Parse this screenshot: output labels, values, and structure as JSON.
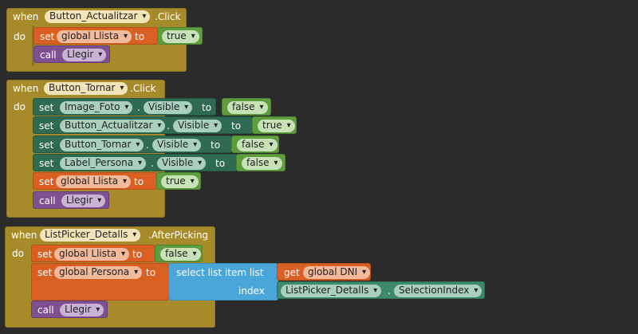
{
  "labels": {
    "when": "when",
    "do": "do",
    "set": "set",
    "to": "to",
    "call": "call",
    "dot": ".",
    "get": "get",
    "index": "index",
    "select_list_item": "select list item  list"
  },
  "block1": {
    "component": "Button_Actualitzar",
    "event": ".Click",
    "set_var": "global Llista",
    "set_val": "true",
    "call_proc": "Llegir"
  },
  "block2": {
    "component": "Button_Tornar",
    "event": ".Click",
    "rows": [
      {
        "comp": "Image_Foto",
        "prop": "Visible",
        "val": "false"
      },
      {
        "comp": "Button_Actualitzar",
        "prop": "Visible",
        "val": "true"
      },
      {
        "comp": "Button_Tornar",
        "prop": "Visible",
        "val": "false"
      },
      {
        "comp": "Label_Persona",
        "prop": "Visible",
        "val": "false"
      }
    ],
    "set_var": "global Llista",
    "set_val": "true",
    "call_proc": "Llegir"
  },
  "block3": {
    "component": "ListPicker_Detalls",
    "event": ".AfterPicking",
    "set_var1": "global Llista",
    "set_val1": "false",
    "set_var2": "global Persona",
    "get_var": "global DNI",
    "index_comp": "ListPicker_Detalls",
    "index_prop": "SelectionIndex",
    "call_proc": "Llegir"
  },
  "colors": {
    "event": "#a78b2a",
    "set": "#d95f22",
    "component_set": "#2f6b52",
    "call": "#7e4f91",
    "logic": "#5e9d3d",
    "list": "#4aa5d8",
    "background": "#2b2b2b"
  }
}
